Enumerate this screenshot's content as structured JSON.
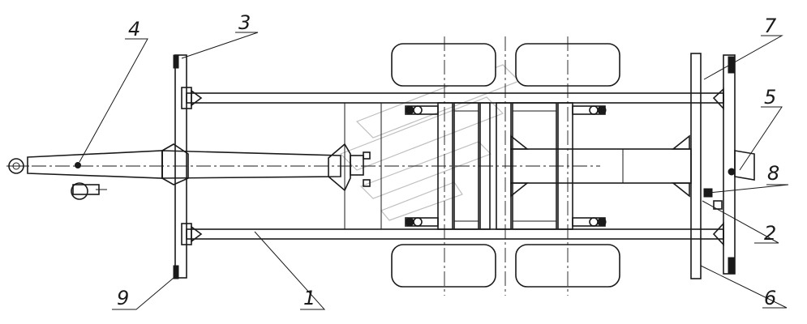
{
  "callouts": [
    {
      "id": "c1",
      "label": "1"
    },
    {
      "id": "c2",
      "label": "2"
    },
    {
      "id": "c3",
      "label": "3"
    },
    {
      "id": "c4",
      "label": "4"
    },
    {
      "id": "c5",
      "label": "5"
    },
    {
      "id": "c6",
      "label": "6"
    },
    {
      "id": "c7",
      "label": "7"
    },
    {
      "id": "c8",
      "label": "8"
    },
    {
      "id": "c9",
      "label": "9"
    }
  ],
  "colors": {
    "line": "#1a1a1a",
    "watermark": "#bfbfbf",
    "background": "#ffffff"
  }
}
